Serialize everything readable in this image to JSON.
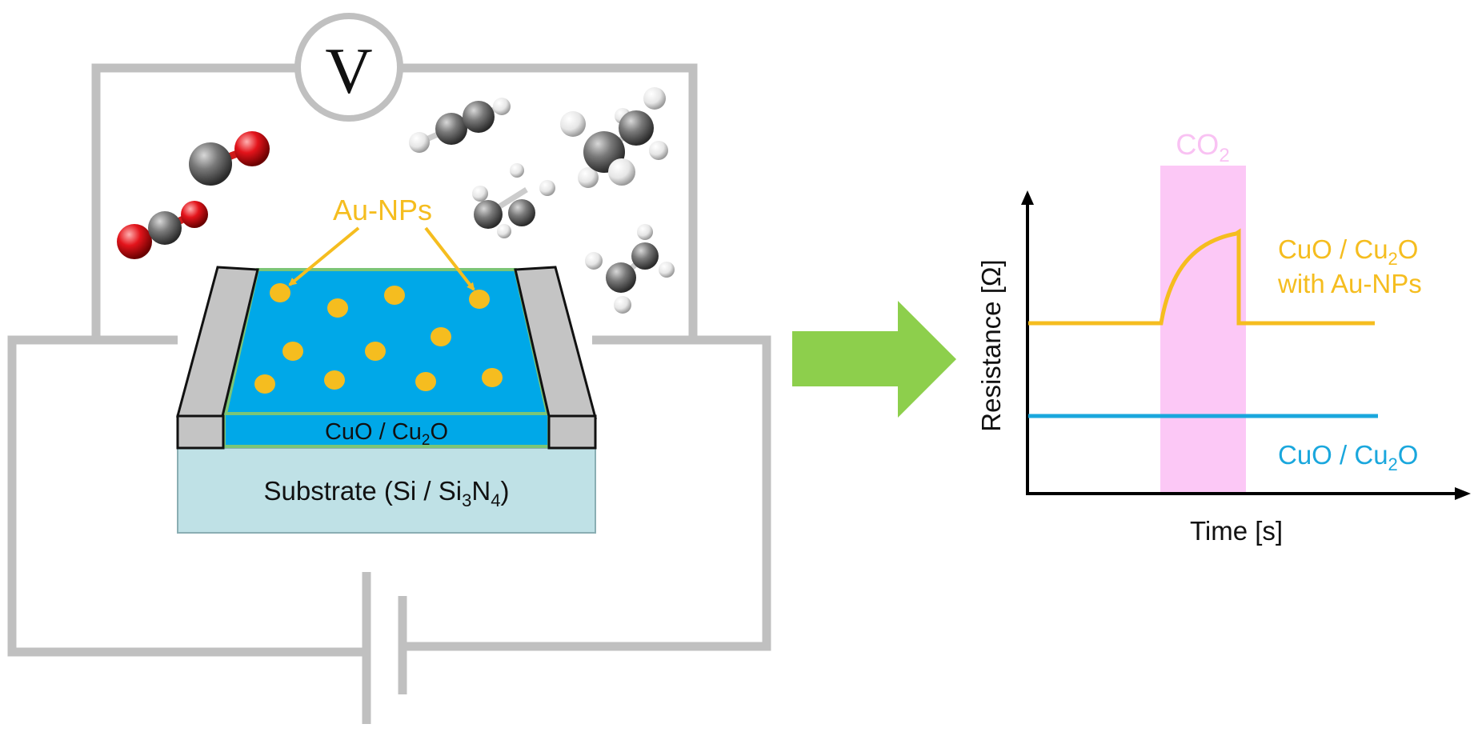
{
  "colors": {
    "wire": "#c0c0c0",
    "film": "#00a8e8",
    "film_border": "#7cc576",
    "au": "#f5bd1f",
    "substrate": "#bfe1e6",
    "electrode": "#bdbdbd",
    "arrow": "#8dcf4c",
    "co2_band": "#fcc8f6",
    "co2_label": "#f9c2f3",
    "curve_au": "#f5bd1f",
    "curve_plain": "#1aa7dd",
    "carbon": "#6e6e6e",
    "oxygen": "#e0141b",
    "hydrogen": "#f2f2f2"
  },
  "device": {
    "voltmeter_label": "V",
    "au_label": "Au-NPs",
    "film_label": {
      "base": "CuO / Cu",
      "sub": "2",
      "tail": "O"
    },
    "substrate_label": {
      "a": "Substrate (Si / Si",
      "sub1": "3",
      "b": "N",
      "sub2": "4",
      "c": ")"
    }
  },
  "chart_data": {
    "type": "line",
    "title": "",
    "xlabel": "Time [s]",
    "ylabel": "Resistance [Ω]",
    "band_label": {
      "base": "CO",
      "sub": "2"
    },
    "series": [
      {
        "name": "CuO / Cu2O with Au-NPs",
        "label": {
          "base": "CuO / Cu",
          "sub": "2",
          "tail": "O",
          "line2": "with Au-NPs"
        }
      },
      {
        "name": "CuO / Cu2O",
        "label": {
          "base": "CuO / Cu",
          "sub": "2",
          "tail": "O"
        }
      }
    ]
  }
}
